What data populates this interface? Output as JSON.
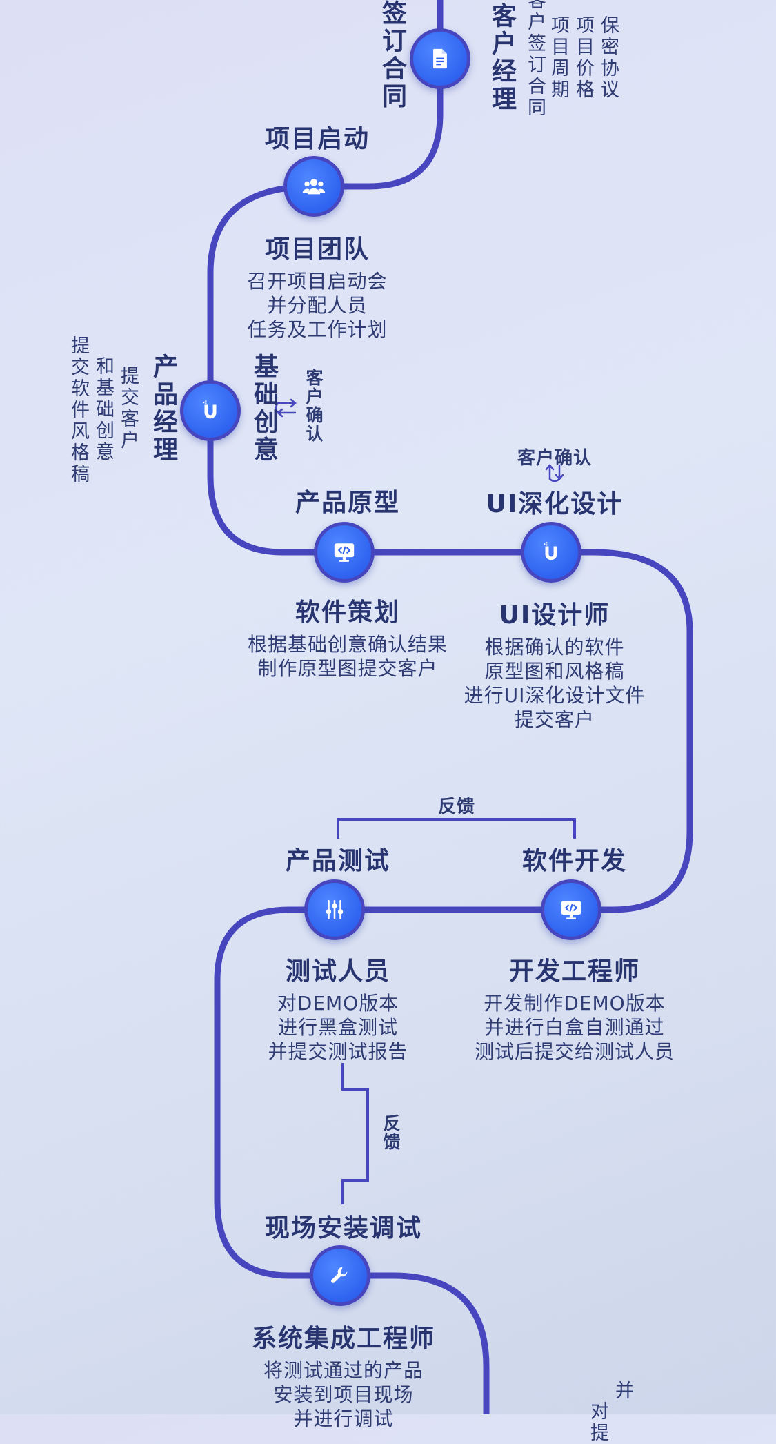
{
  "stages": {
    "contract": {
      "title": "签订合同",
      "role": "客户经理",
      "details": [
        "保密协议",
        "项目价格",
        "项目周期",
        "客户签订合同"
      ]
    },
    "kickoff": {
      "title": "项目启动",
      "role": "项目团队",
      "desc": [
        "召开项目启动会",
        "并分配人员",
        "任务及工作计划"
      ]
    },
    "concept": {
      "title": "基础创意",
      "role": "产品经理",
      "confirm": "客户确认",
      "details": [
        "提交客户",
        "和基础创意",
        "提交软件风格稿"
      ]
    },
    "prototype": {
      "title": "产品原型",
      "role": "软件策划",
      "desc": [
        "根据基础创意确认结果",
        "制作原型图提交客户"
      ]
    },
    "ui_design": {
      "title": "UI深化设计",
      "role": "UI设计师",
      "confirm": "客户确认",
      "desc": [
        "根据确认的软件",
        "原型图和风格稿",
        "进行UI深化设计文件",
        "提交客户"
      ]
    },
    "development": {
      "title": "软件开发",
      "role": "开发工程师",
      "desc": [
        "开发制作DEMO版本",
        "并进行白盒自测通过",
        "测试后提交给测试人员"
      ]
    },
    "testing": {
      "title": "产品测试",
      "role": "测试人员",
      "desc": [
        "对DEMO版本",
        "进行黑盒测试",
        "并提交测试报告"
      ]
    },
    "feedback_top": "反馈",
    "feedback_side": "反馈",
    "install": {
      "title": "现场安装调试",
      "role": "系统集成工程师",
      "desc": [
        "将测试通过的产品",
        "安装到项目现场",
        "并进行调试"
      ]
    },
    "partial_right": [
      "并",
      "对提"
    ]
  },
  "colors": {
    "line": "#4746bf",
    "node": "#2f63f0",
    "text": "#283470",
    "background": "#dfe6f6"
  },
  "icons": {
    "contract": "document-icon",
    "kickoff": "team-icon",
    "concept": "u-logo-icon",
    "prototype": "monitor-code-icon",
    "ui_design": "u-logo-icon",
    "development": "monitor-code-icon",
    "testing": "sliders-icon",
    "install": "wrench-icon"
  }
}
